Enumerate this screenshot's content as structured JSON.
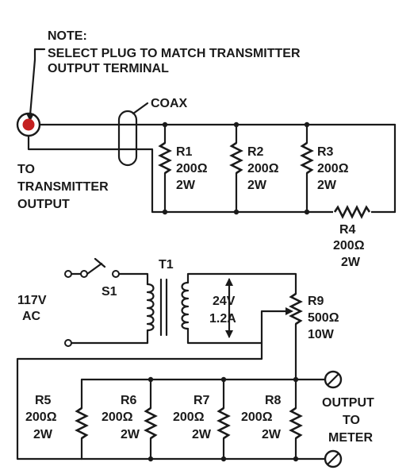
{
  "note": {
    "title": "NOTE:",
    "line1": "SELECT PLUG TO MATCH TRANSMITTER",
    "line2": "OUTPUT TERMINAL"
  },
  "coax_label": "COAX",
  "input": {
    "line1": "TO",
    "line2": "TRANSMITTER",
    "line3": "OUTPUT"
  },
  "top_resistors": [
    {
      "name": "R1",
      "value": "200Ω",
      "power": "2W"
    },
    {
      "name": "R2",
      "value": "200Ω",
      "power": "2W"
    },
    {
      "name": "R3",
      "value": "200Ω",
      "power": "2W"
    }
  ],
  "r4": {
    "name": "R4",
    "value": "200Ω",
    "power": "2W"
  },
  "mains": {
    "line1": "117V",
    "line2": "AC"
  },
  "switch": {
    "name": "S1"
  },
  "transformer": {
    "name": "T1"
  },
  "secondary": {
    "voltage": "24V",
    "current": "1.2A"
  },
  "r9": {
    "name": "R9",
    "value": "500Ω",
    "power": "10W"
  },
  "bottom_resistors": [
    {
      "name": "R5",
      "value": "200Ω",
      "power": "2W"
    },
    {
      "name": "R6",
      "value": "200Ω",
      "power": "2W"
    },
    {
      "name": "R7",
      "value": "200Ω",
      "power": "2W"
    },
    {
      "name": "R8",
      "value": "200Ω",
      "power": "2W"
    }
  ],
  "output": {
    "line1": "OUTPUT",
    "line2": "TO",
    "line3": "METER"
  }
}
